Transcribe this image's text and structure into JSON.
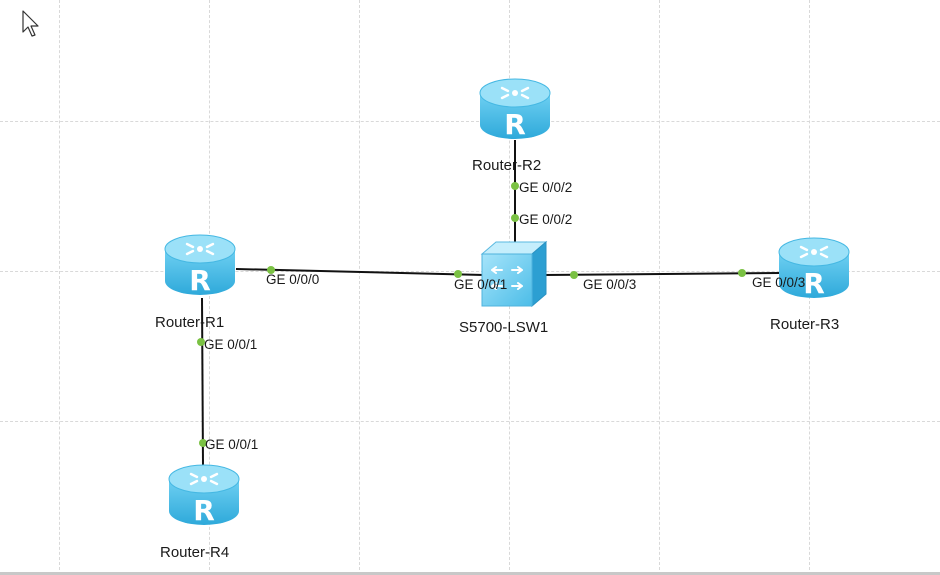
{
  "devices": {
    "r1": {
      "name": "Router-R1",
      "glyph": "R",
      "icon": "router-icon"
    },
    "r2": {
      "name": "Router-R2",
      "glyph": "R",
      "icon": "router-icon"
    },
    "r3": {
      "name": "Router-R3",
      "glyph": "R",
      "icon": "router-icon"
    },
    "r4": {
      "name": "Router-R4",
      "glyph": "R",
      "icon": "router-icon"
    },
    "lsw1": {
      "name": "S5700-LSW1",
      "icon": "switch-icon"
    }
  },
  "links": [
    {
      "id": "r1-lsw1",
      "a_port": "GE 0/0/0",
      "b_port": "GE 0/0/1"
    },
    {
      "id": "r2-lsw1",
      "a_port": "GE 0/0/2",
      "b_port": "GE 0/0/2"
    },
    {
      "id": "lsw1-r3",
      "a_port": "GE 0/0/3",
      "b_port": "GE 0/0/3"
    },
    {
      "id": "r1-r4",
      "a_port": "GE 0/0/1",
      "b_port": "GE 0/0/1"
    }
  ],
  "colors": {
    "link": "#111111",
    "port_dot": "#7ac143",
    "device_blue": "#5cc7ee",
    "device_dark": "#27a3d6",
    "grid": "#d9d9d9"
  }
}
